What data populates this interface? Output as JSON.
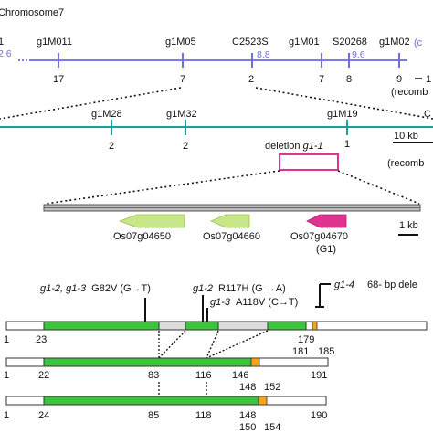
{
  "chromosome": {
    "title": "Chromosome7",
    "left_edge_label": "1",
    "left_edge_cm": "2.6",
    "right_edge_note": "(c",
    "markers": [
      {
        "name": "g1M011",
        "count": "17"
      },
      {
        "name": "g1M05",
        "count": "7"
      },
      {
        "name": "C2523S",
        "count": "2",
        "cm": "8.8"
      },
      {
        "name": "g1M01",
        "count": "7"
      },
      {
        "name": "S20268",
        "count": "8",
        "cm": "9.6"
      },
      {
        "name": "g1M02",
        "count": "9"
      }
    ],
    "right_count": "1",
    "recomb_label": "(recomb"
  },
  "fine_map": {
    "markers": [
      {
        "name": "g1M28",
        "count": "2"
      },
      {
        "name": "g1M32",
        "count": "2"
      },
      {
        "name": "g1M19",
        "count": "1"
      }
    ],
    "right_marker_partial": "C",
    "scale_bar": "10 kb",
    "recomb_label": "(recomb",
    "deletion_label_prefix": "deletion ",
    "deletion_label_gene": "g1-1"
  },
  "genes": {
    "items": [
      {
        "id": "Os07g04650",
        "color": "#b6d96a"
      },
      {
        "id": "Os07g04660",
        "color": "#b6d96a"
      },
      {
        "id": "Os07g04670",
        "extra": "(G1)",
        "color": "#e0338f"
      }
    ],
    "scale_bar": "1 kb"
  },
  "mutations": {
    "m1_alleles": "g1-2, g1-3",
    "m1_change": "G82V (G→T)",
    "m2_allele": "g1-2",
    "m2_change": "R117H (G →A)",
    "m3_allele": "g1-3",
    "m3_change": "A118V (C→T)",
    "m4_allele": "g1-4",
    "m4_change": "68- bp dele"
  },
  "proteins": {
    "row1": {
      "start": "1",
      "n1": "23",
      "n2": "179",
      "n3": "181",
      "n4": "185"
    },
    "row2": {
      "start": "1",
      "n1": "22",
      "n2": "83",
      "n3": "116",
      "n4": "146",
      "n5": "191",
      "n6": "148",
      "n7": "152"
    },
    "row3": {
      "start": "1",
      "n1": "24",
      "n2": "85",
      "n3": "118",
      "n4": "148",
      "n5": "190",
      "n6": "150",
      "n7": "154"
    }
  },
  "colors": {
    "chromosome_line": "#7b7be6",
    "fine_map_line": "#1a9e9e",
    "domain_green": "#3cc43c",
    "domain_orange": "#f3a51b",
    "deletion_box": "#e0338f"
  }
}
